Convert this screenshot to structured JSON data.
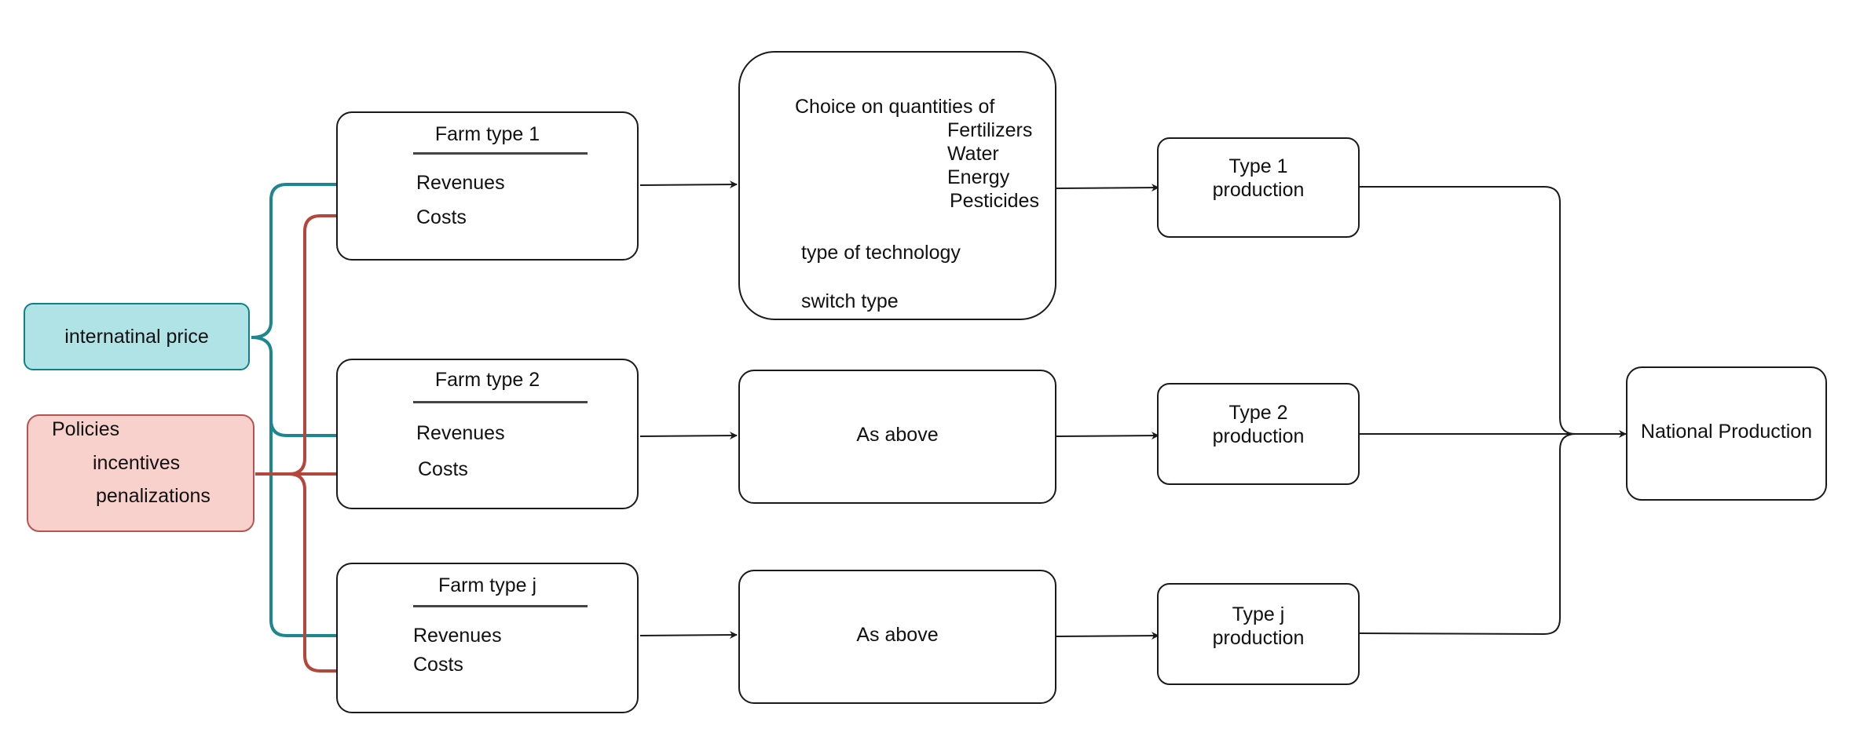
{
  "colors": {
    "teal": "#1e868e",
    "red": "#b5463b",
    "intl_fill": "#b0e3e6",
    "intl_stroke": "#0e8088",
    "policy_fill": "#f8d0cc",
    "policy_stroke": "#b85450",
    "line": "#1a1a1a"
  },
  "international_price": {
    "label": "internatinal price"
  },
  "policies": {
    "title": "Policies",
    "line1": "incentives",
    "line2": "penalizations"
  },
  "farms": [
    {
      "title": "Farm type 1",
      "revenues": "Revenues",
      "costs": "Costs"
    },
    {
      "title": "Farm type 2",
      "revenues": "Revenues",
      "costs": "Costs"
    },
    {
      "title": "Farm type j",
      "revenues": "Revenues",
      "costs": "Costs"
    }
  ],
  "choice": {
    "heading": "Choice on quantities of",
    "items": [
      "Fertilizers",
      "Water",
      "Energy",
      "Pesticides"
    ],
    "technology": "type of technology",
    "switch": "switch type"
  },
  "as_above": [
    "As above",
    "As above"
  ],
  "productions": [
    {
      "line1": "Type 1",
      "line2": "production"
    },
    {
      "line1": "Type 2",
      "line2": "production"
    },
    {
      "line1": "Type j",
      "line2": "production"
    }
  ],
  "national": {
    "label": "National Production"
  }
}
